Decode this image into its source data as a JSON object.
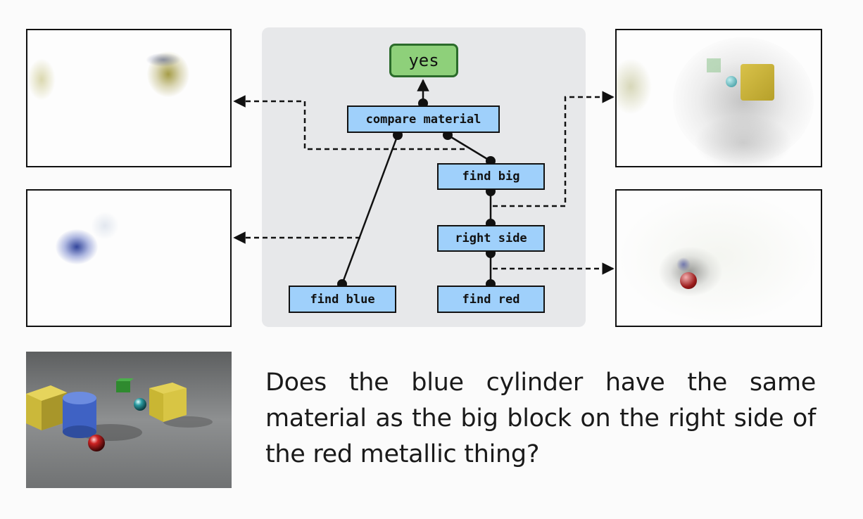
{
  "answer": "yes",
  "modules": {
    "compare_material": "compare material",
    "find_big": "find big",
    "right_side": "right side",
    "find_red": "find red",
    "find_blue": "find blue"
  },
  "question": "Does the blue cylinder have the same material as the big block on the right side of the red metallic thing?",
  "colors": {
    "module_fill": "#9fd0fb",
    "answer_fill": "#8ed07a",
    "answer_border": "#2b6b2b",
    "graph_background": "#e7e8ea"
  }
}
